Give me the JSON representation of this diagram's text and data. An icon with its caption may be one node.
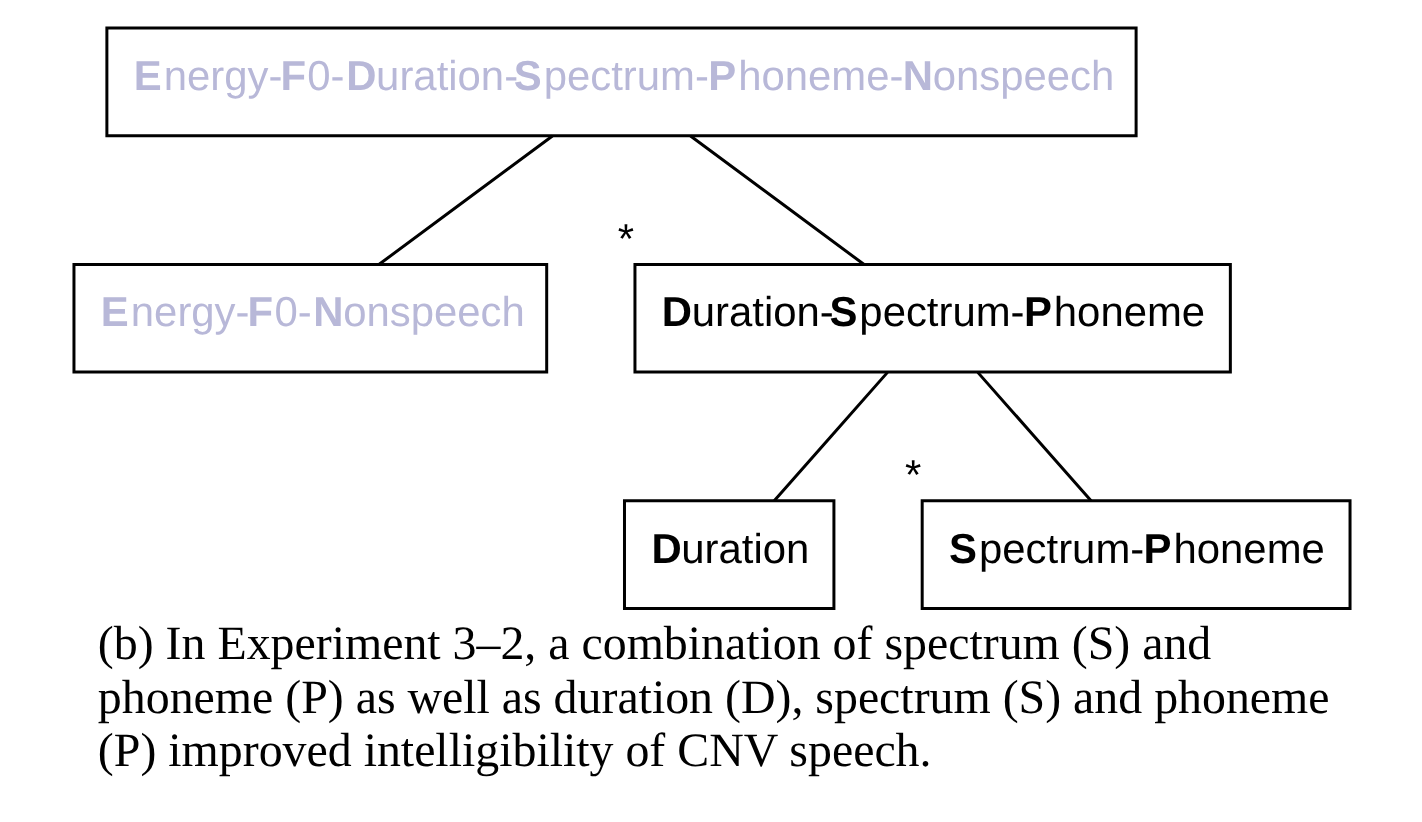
{
  "diagram": {
    "caption": "(b) In Experiment 3–2, a combination of spectrum (S) and phoneme (P) as well as duration (D), spectrum (S) and phoneme (P) improved intelligibility of CNV speech.",
    "nodes": [
      {
        "text": [
          "**E**nergy-**F**0-**D**uration-**S**pectrum-**P**honeme-**N**onspeech"
        ]
      },
      {
        "text": [
          "**E**nergy-**F**0-**N**onspeech"
        ]
      },
      {
        "text": [
          "**D**uration-**S**pectrum-**P**honeme"
        ],
        "beside": [
          "*"
        ]
      },
      {
        "text": [
          "**D**uration"
        ]
      },
      {
        "text": [
          "**S**pectrum-**P**honeme"
        ],
        "beside": [
          "*"
        ]
      }
    ],
    "edges": [
      {
        "from": 0,
        "to": 1,
        "arrow": "none"
      },
      {
        "from": 0,
        "to": 2,
        "arrow": "none"
      },
      {
        "from": 2,
        "to": 3,
        "arrow": "none"
      },
      {
        "from": 2,
        "to": 4,
        "arrow": "none"
      }
    ]
  }
}
